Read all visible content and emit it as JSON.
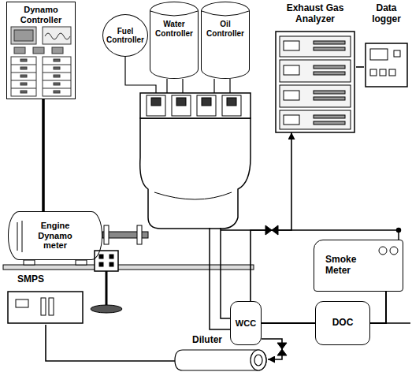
{
  "diagram": {
    "nodes": [
      {
        "text": [
          "Dynamo Controller"
        ]
      },
      {
        "text": [
          "Engine Dynamo meter"
        ]
      },
      {
        "text": [
          "Fuel Controller"
        ]
      },
      {
        "text": [
          "Water Controller"
        ]
      },
      {
        "text": [
          "Oil Controller"
        ]
      },
      {
        "text": [
          "Exhaust Gas Analyzer"
        ]
      },
      {
        "text": [
          "Data logger"
        ]
      },
      {
        "text": [
          "Smoke Meter"
        ]
      },
      {
        "text": [
          "WCC"
        ]
      },
      {
        "text": [
          "DOC"
        ]
      },
      {
        "text": [
          "SMPS"
        ]
      },
      {
        "text": [
          "Diluter"
        ]
      }
    ],
    "edges": [
      {
        "from": 0,
        "to": 1,
        "arrow": "none"
      },
      {
        "from": 5,
        "to": 6,
        "arrow": "none"
      },
      {
        "from": 8,
        "to": 9,
        "arrow": "none"
      },
      {
        "from": 8,
        "to": 5,
        "arrow": "to"
      },
      {
        "from": 8,
        "to": 11,
        "arrow": "to"
      },
      {
        "from": 9,
        "to": 7,
        "arrow": "none"
      },
      {
        "from": 11,
        "to": 10,
        "arrow": "none"
      }
    ]
  }
}
